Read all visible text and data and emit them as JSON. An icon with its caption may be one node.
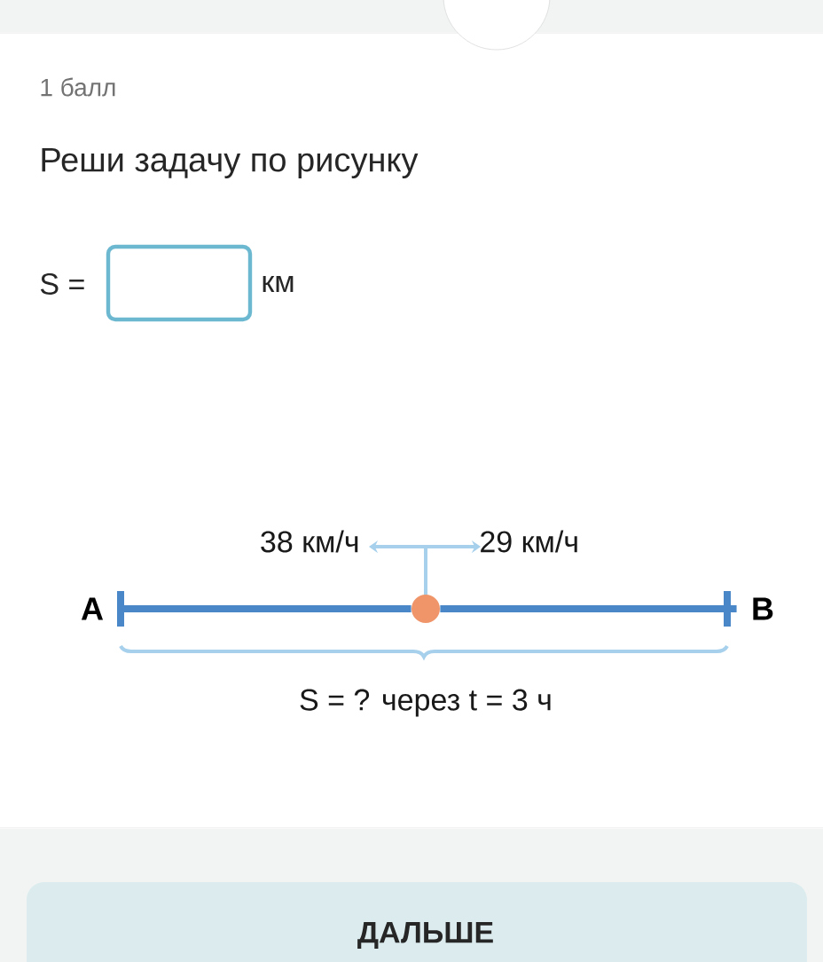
{
  "diagram": {
    "nodes": [
      {
        "text": [
          "A"
        ]
      },
      {
        "text": [
          "B"
        ]
      },
      {
        "text": [],
        "shape": "circle"
      }
    ],
    "edges": [
      {
        "from": 0,
        "to": 2,
        "arrow": "none"
      },
      {
        "from": 2,
        "to": 1,
        "arrow": "none"
      }
    ],
    "labels": [
      "1 балл",
      "Реши задачу по рисунку",
      "S =",
      "км",
      "38 км/ч",
      "29 км/ч",
      "S = ? через t = 3 ч",
      "ДАЛЬШЕ"
    ]
  }
}
